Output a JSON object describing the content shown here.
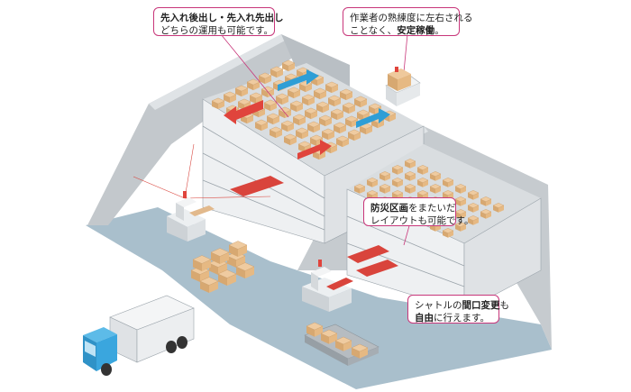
{
  "callouts": {
    "fifo": {
      "line1_bold": "先入れ後出し・先入れ先出し",
      "line2": "どちらの運用も可能です。"
    },
    "stable": {
      "line1": "作業者の熟練度に左右される",
      "line2_pre": "ことなく、",
      "line2_bold": "安定稼働",
      "line2_post": "。"
    },
    "fire": {
      "line1_bold": "防災区画",
      "line1_post": "をまたいだ",
      "line2": "レイアウトも可能です。"
    },
    "shuttle": {
      "line1_pre": "シャトルの",
      "line1_bold": "間口変更",
      "line1_post": "も",
      "line2_bold": "自由",
      "line2_post": "に行えます。"
    }
  },
  "colors": {
    "accent": "#c8367a",
    "arrow_red": "#e0443c",
    "arrow_blue": "#2e9ed6",
    "floor": "#a9bfcc",
    "wall": "#c9ced2",
    "box": "#e2b98c",
    "truck_cab": "#3aa6de"
  }
}
